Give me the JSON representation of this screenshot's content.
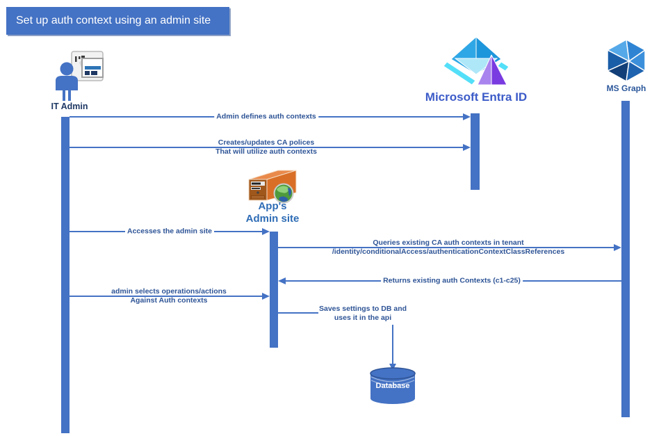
{
  "title": "Set up auth context using an admin site",
  "actors": {
    "it_admin": {
      "label": "IT Admin"
    },
    "entra_id": {
      "label": "Microsoft Entra ID"
    },
    "ms_graph": {
      "label": "MS Graph"
    },
    "app_admin_site": {
      "label_line1": "App's",
      "label_line2": "Admin site"
    },
    "database": {
      "label": "Database"
    }
  },
  "messages": [
    {
      "from": "IT Admin",
      "to": "Microsoft Entra ID",
      "line1": "Admin defines auth contexts"
    },
    {
      "from": "IT Admin",
      "to": "Microsoft Entra ID",
      "line1": "Creates/updates CA polices",
      "line2": "That will utilize auth contexts"
    },
    {
      "from": "IT Admin",
      "to": "App's Admin site",
      "line1": "Accesses the admin site"
    },
    {
      "from": "App's Admin site",
      "to": "MS Graph",
      "line1": "Queries existing CA auth contexts in tenant",
      "line2": "/identity/conditionalAccess/authenticationContextClassReferences"
    },
    {
      "from": "MS Graph",
      "to": "App's Admin site",
      "line1": "Returns existing auth Contexts (c1-c25)"
    },
    {
      "from": "IT Admin",
      "to": "App's Admin site",
      "line1": "admin selects operations/actions",
      "line2": "Against Auth contexts"
    },
    {
      "from": "App's Admin site",
      "to": "Database",
      "line1": "Saves settings to DB and",
      "line2": "uses it in the api"
    }
  ],
  "colors": {
    "accent_blue": "#4472C4",
    "message_text": "#2E5496",
    "entra_brand_text": "#3C5BC8",
    "ms_graph_text": "#2B579A",
    "app_label_text": "#2E6CB5",
    "it_admin_text": "#1F3864",
    "server_orange": "#D96F26",
    "entra_cyan": "#54DFF8",
    "entra_purple": "#7A3BE0"
  }
}
